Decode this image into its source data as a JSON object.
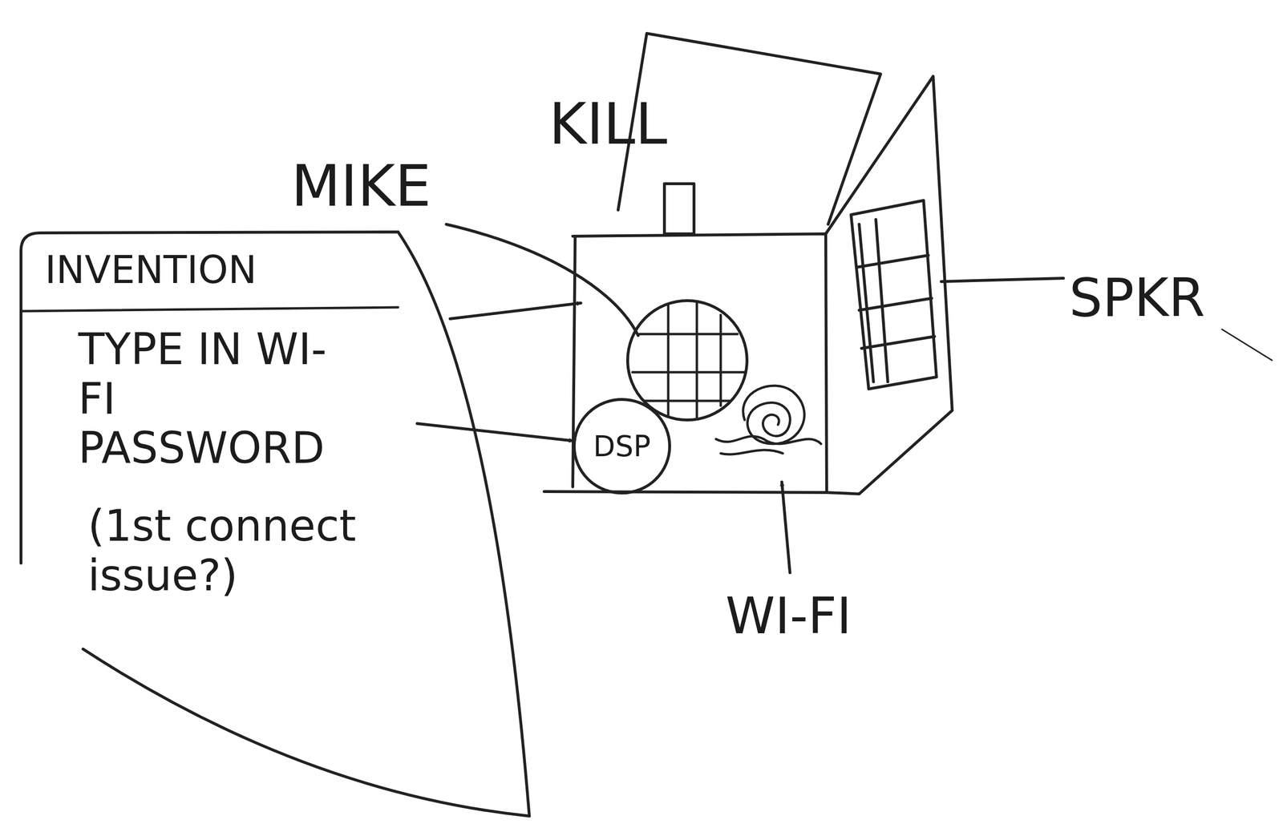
{
  "diagram": {
    "nodes": [
      {
        "text": [
          "INVENTION",
          "TYPE IN WI-FI PASSWORD",
          "(1st connect issue?)"
        ]
      },
      {
        "text": [
          "DSP"
        ]
      }
    ],
    "edges": [
      {
        "from": 0,
        "to": 1,
        "arrow": "to"
      }
    ],
    "labels": [
      "KILL",
      "MIKE",
      "SPKR",
      "WI-FI"
    ]
  }
}
